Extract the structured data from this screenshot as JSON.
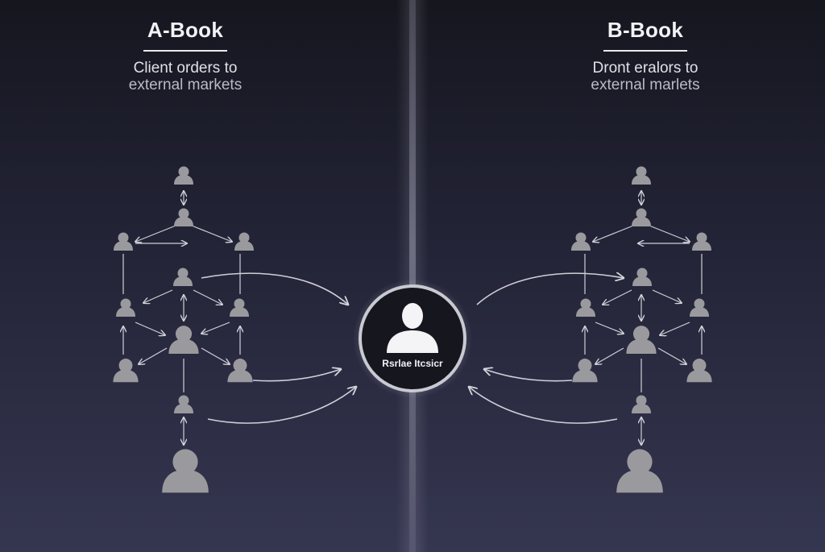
{
  "left_panel": {
    "title": "A-Book",
    "subtitle_line1": "Client orders to",
    "subtitle_line2": "external markets"
  },
  "right_panel": {
    "title": "B-Book",
    "subtitle_line1": "Dront eralors to",
    "subtitle_line2": "external marlets"
  },
  "hub": {
    "label": "Rsrlae Itcsicr",
    "icon": "person-icon"
  },
  "colors": {
    "background_top": "#16161f",
    "background_bottom": "#353650",
    "node": "#9a9a9e",
    "hub_fill": "#16161f",
    "hub_ring": "#c9c9d2",
    "line": "#d4d4dc"
  }
}
